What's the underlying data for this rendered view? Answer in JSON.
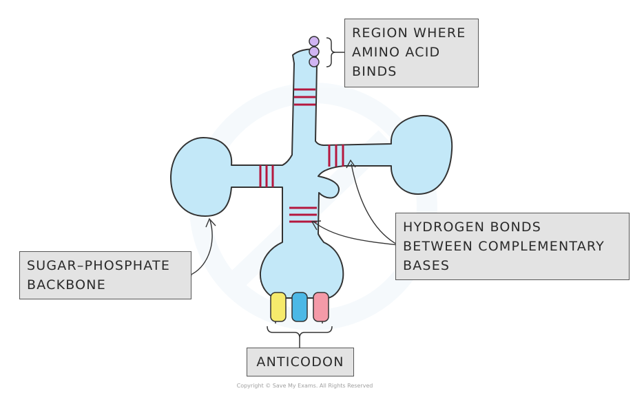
{
  "labels": {
    "amino_acid_region": [
      "REGION WHERE",
      "AMINO ACID",
      "BINDS"
    ],
    "hydrogen_bonds": [
      "HYDROGEN BONDS",
      "BETWEEN COMPLEMENTARY",
      "BASES"
    ],
    "sugar_phosphate_backbone": [
      "SUGAR–PHOSPHATE",
      "BACKBONE"
    ],
    "anticodon": "ANTICODON"
  },
  "copyright": "Copyright © Save My Exams. All Rights Reserved",
  "colors": {
    "trna_fill": "#c3e8f8",
    "outline": "#333333",
    "hydrogen_bond": "#b5173e",
    "amino_site": "#d0b4f2",
    "base_yellow": "#f6ea6c",
    "base_blue": "#4cb8e6",
    "base_pink": "#f49aa8",
    "label_box": "#e3e3e3"
  }
}
